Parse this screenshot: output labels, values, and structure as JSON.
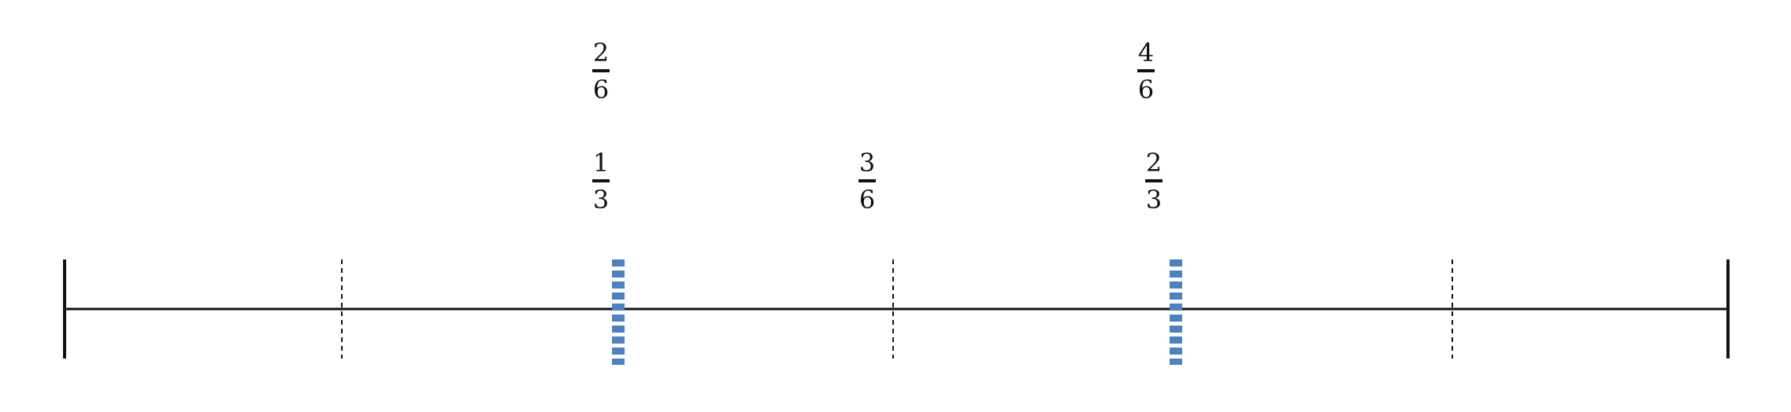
{
  "number_line": {
    "tick_count": 6,
    "dashed_tick_indices": [
      1,
      3,
      5
    ],
    "highlighted_tick_indices": [
      2,
      4
    ],
    "line_color": "#111111",
    "highlight_color": "#4F81BD"
  },
  "fractions": {
    "top": [
      {
        "num": "2",
        "den": "6",
        "value": 0.3333
      },
      {
        "num": "4",
        "den": "6",
        "value": 0.6667
      }
    ],
    "bottom": [
      {
        "num": "1",
        "den": "3",
        "value": 0.3333
      },
      {
        "num": "3",
        "den": "6",
        "value": 0.5
      },
      {
        "num": "2",
        "den": "3",
        "value": 0.6667
      }
    ]
  }
}
